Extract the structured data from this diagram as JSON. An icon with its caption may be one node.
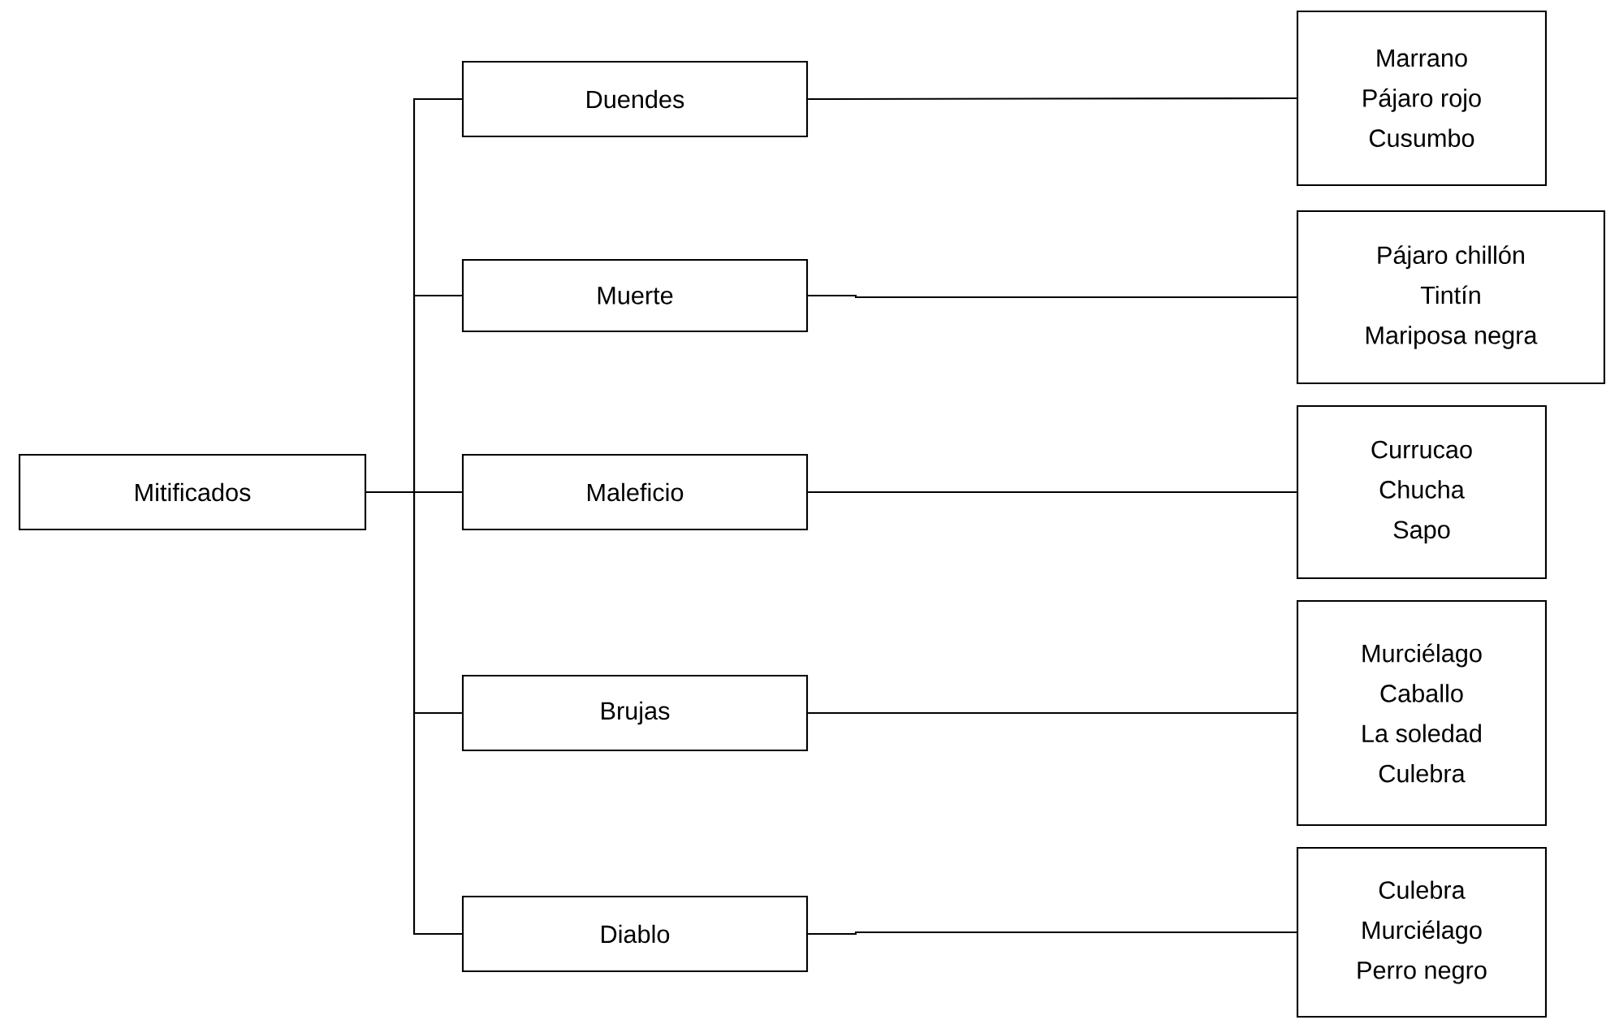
{
  "diagram": {
    "nodes": [
      {
        "text": [
          "Mitificados"
        ]
      },
      {
        "text": [
          "Duendes"
        ]
      },
      {
        "text": [
          "Muerte"
        ]
      },
      {
        "text": [
          "Maleficio"
        ]
      },
      {
        "text": [
          "Brujas"
        ]
      },
      {
        "text": [
          "Diablo"
        ]
      },
      {
        "text": [
          "Marrano",
          "Pájaro rojo",
          "Cusumbo"
        ]
      },
      {
        "text": [
          "Pájaro chillón",
          "Tintín",
          "Mariposa negra"
        ]
      },
      {
        "text": [
          "Currucao",
          "Chucha",
          "Sapo"
        ]
      },
      {
        "text": [
          "Murciélago",
          "Caballo",
          "La soledad",
          "Culebra"
        ]
      },
      {
        "text": [
          "Culebra",
          "Murciélago",
          "Perro negro"
        ]
      }
    ],
    "edges": [
      {
        "from": 0,
        "to": 1,
        "arrow": "none"
      },
      {
        "from": 0,
        "to": 2,
        "arrow": "none"
      },
      {
        "from": 0,
        "to": 3,
        "arrow": "none"
      },
      {
        "from": 0,
        "to": 4,
        "arrow": "none"
      },
      {
        "from": 0,
        "to": 5,
        "arrow": "none"
      },
      {
        "from": 1,
        "to": 6,
        "arrow": "none"
      },
      {
        "from": 2,
        "to": 7,
        "arrow": "none"
      },
      {
        "from": 3,
        "to": 8,
        "arrow": "none"
      },
      {
        "from": 4,
        "to": 9,
        "arrow": "none"
      },
      {
        "from": 5,
        "to": 10,
        "arrow": "none"
      }
    ]
  }
}
